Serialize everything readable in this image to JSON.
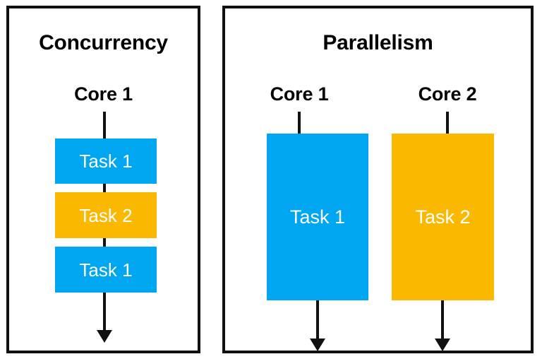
{
  "diagram": {
    "title_left": "Concurrency",
    "title_right": "Parallelism",
    "colors": {
      "task_blue": "#00A6F0",
      "task_yellow": "#FAB900",
      "stroke": "#111111",
      "background": "#FFFFFF",
      "label_text": "#FFFFFF"
    }
  },
  "concurrency": {
    "title": "Concurrency",
    "core_label": "Core 1",
    "timeline": [
      {
        "label": "Task 1",
        "color": "#00A6F0"
      },
      {
        "label": "Task 2",
        "color": "#FAB900"
      },
      {
        "label": "Task 1",
        "color": "#00A6F0"
      }
    ]
  },
  "parallelism": {
    "title": "Parallelism",
    "cores": [
      {
        "core_label": "Core 1",
        "task_label": "Task 1",
        "color": "#00A6F0"
      },
      {
        "core_label": "Core 2",
        "task_label": "Task 2",
        "color": "#FAB900"
      }
    ]
  }
}
